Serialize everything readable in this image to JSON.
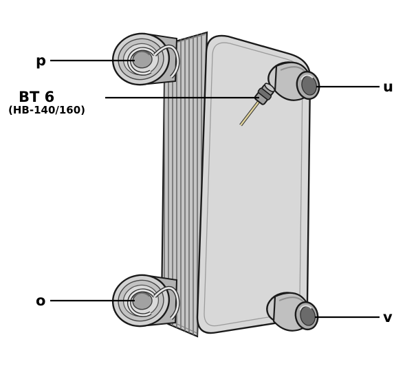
{
  "callouts": {
    "p": {
      "label": "p"
    },
    "bt6": {
      "label": "BT 6",
      "sublabel": "(HB-140/160)"
    },
    "u": {
      "label": "u"
    },
    "o": {
      "label": "o"
    },
    "v": {
      "label": "v"
    }
  },
  "colors": {
    "background": "#ffffff",
    "line": "#000000",
    "body_fill": "#d8d8d8",
    "stack_fill": "#c6c6c6",
    "port_dark": "#6b6b6b",
    "sensor_probe": "#dfd29b"
  }
}
